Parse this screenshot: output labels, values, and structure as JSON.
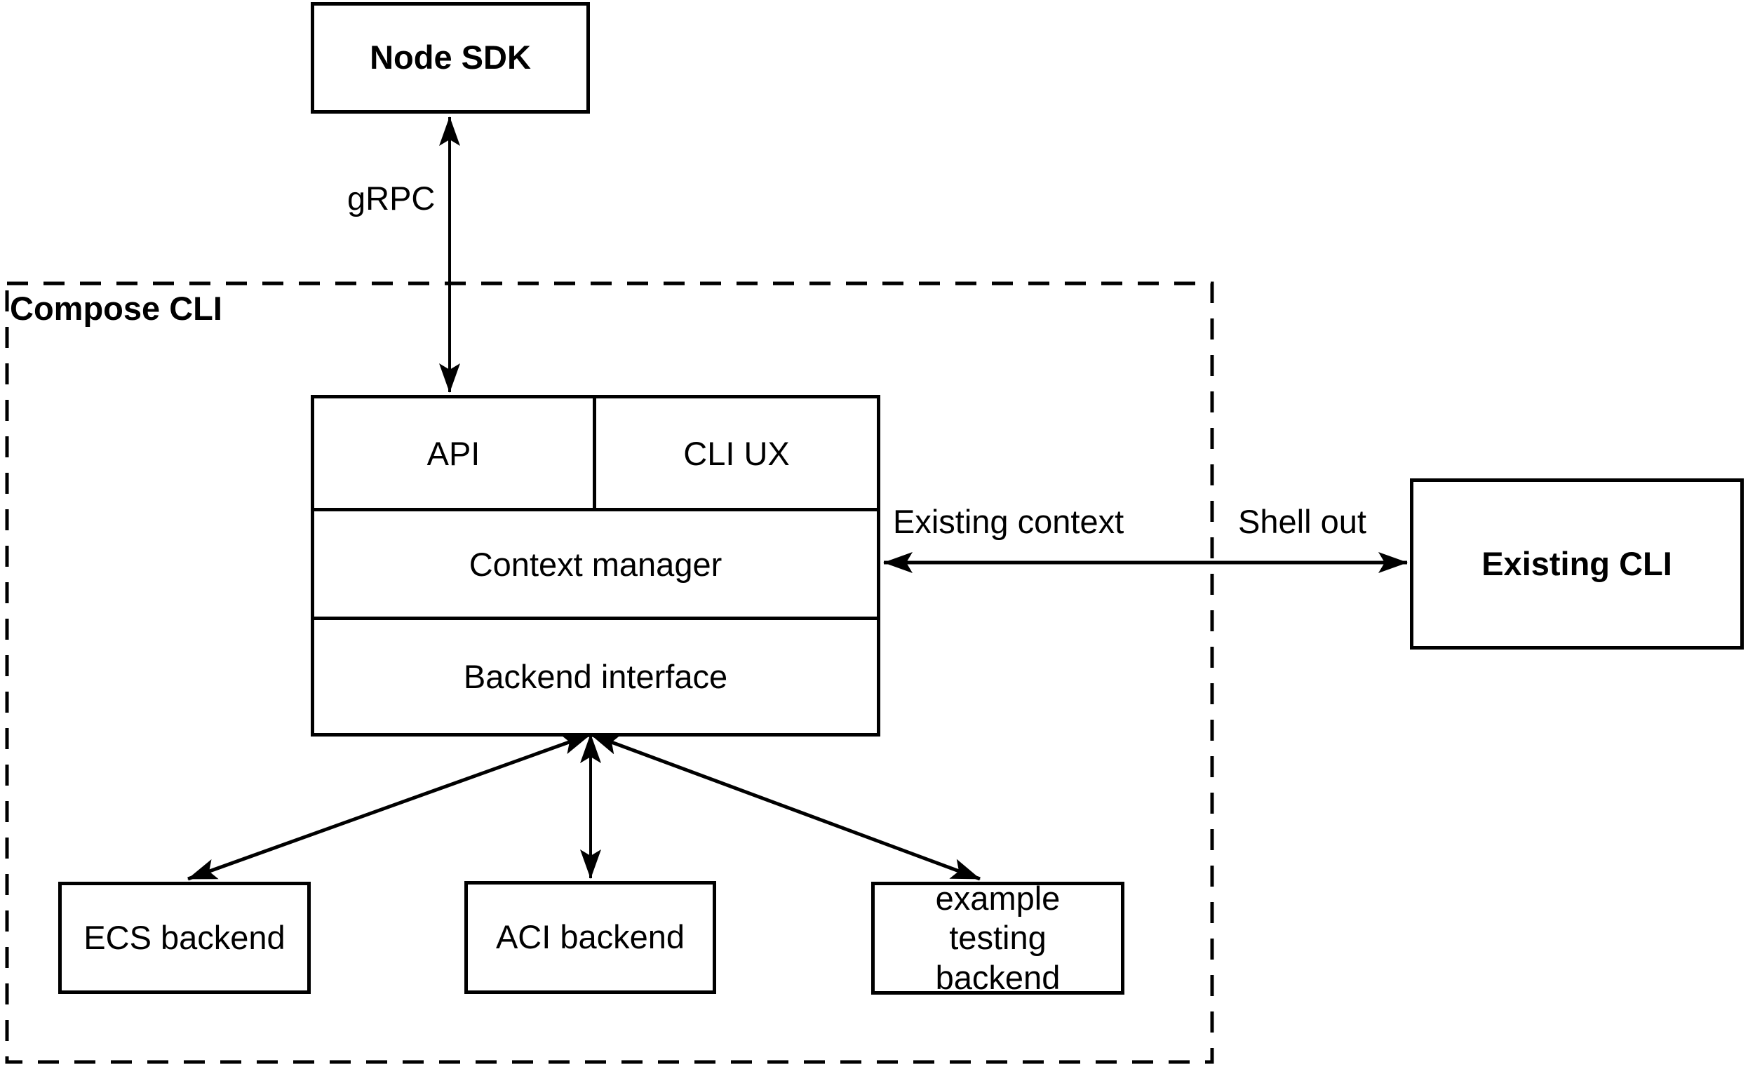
{
  "diagram": {
    "container_label": "Compose CLI",
    "nodes": {
      "node_sdk": "Node SDK",
      "api": "API",
      "cli_ux": "CLI UX",
      "context_manager": "Context manager",
      "backend_interface": "Backend interface",
      "existing_cli": "Existing CLI",
      "ecs_backend": "ECS backend",
      "aci_backend": "ACI backend",
      "example_testing_backend": "example testing backend"
    },
    "edge_labels": {
      "grpc": "gRPC",
      "existing_context": "Existing context",
      "shell_out": "Shell out"
    },
    "colors": {
      "stroke": "#000000",
      "fill": "#ffffff",
      "background": "#ffffff"
    }
  }
}
